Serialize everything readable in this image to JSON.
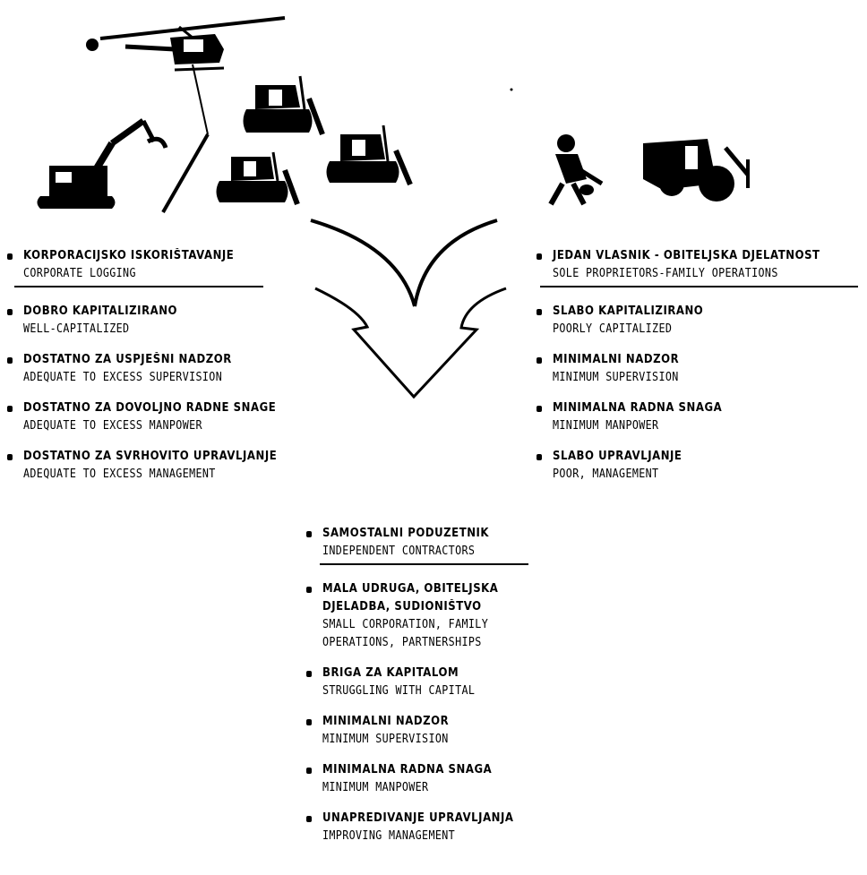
{
  "corporate": {
    "heading_hr": "KORPORACIJSKO ISKORIŠTAVANJE",
    "heading_en": "CORPORATE LOGGING",
    "items": [
      {
        "hr": "DOBRO KAPITALIZIRANO",
        "en": "WELL-CAPITALIZED"
      },
      {
        "hr": "DOSTATNO ZA USPJEŠNI NADZOR",
        "en": "ADEQUATE TO EXCESS SUPERVISION"
      },
      {
        "hr": "DOSTATNO ZA DOVOLJNO RADNE SNAGE",
        "en": "ADEQUATE TO EXCESS MANPOWER"
      },
      {
        "hr": "DOSTATNO ZA SVRHOVITO UPRAVLJANJE",
        "en": "ADEQUATE TO EXCESS MANAGEMENT"
      }
    ]
  },
  "sole": {
    "heading_hr": "JEDAN VLASNIK - OBITELJSKA DJELATNOST",
    "heading_en": "SOLE PROPRIETORS-FAMILY OPERATIONS",
    "items": [
      {
        "hr": "SLABO KAPITALIZIRANO",
        "en": "POORLY CAPITALIZED"
      },
      {
        "hr": "MINIMALNI NADZOR",
        "en": "MINIMUM SUPERVISION"
      },
      {
        "hr": "MINIMALNA RADNA SNAGA",
        "en": "MINIMUM MANPOWER"
      },
      {
        "hr": "SLABO UPRAVLJANJE",
        "en": "POOR, MANAGEMENT"
      }
    ]
  },
  "independent": {
    "heading_hr": "SAMOSTALNI PODUZETNIK",
    "heading_en": "INDEPENDENT CONTRACTORS",
    "items": [
      {
        "hr1": "MALA UDRUGA, OBITELJSKA",
        "hr2": "DJELADBA, SUDIONIŠTVO",
        "en1": "SMALL CORPORATION, FAMILY",
        "en2": "OPERATIONS, PARTNERSHIPS"
      },
      {
        "hr1": "BRIGA ZA KAPITALOM",
        "en1": "STRUGGLING WITH CAPITAL"
      },
      {
        "hr1": "MINIMALNI NADZOR",
        "en1": "MINIMUM SUPERVISION"
      },
      {
        "hr1": "MINIMALNA RADNA SNAGA",
        "en1": "MINIMUM MANPOWER"
      },
      {
        "hr1": "UNAPREDIVANJE UPRAVLJANJA",
        "en1": "IMPROVING MANAGEMENT"
      }
    ]
  },
  "icons": [
    "helicopter-icon",
    "excavator-icon",
    "bulldozer-icon",
    "logger-icon",
    "skidder-icon",
    "converging-arrow-icon"
  ]
}
